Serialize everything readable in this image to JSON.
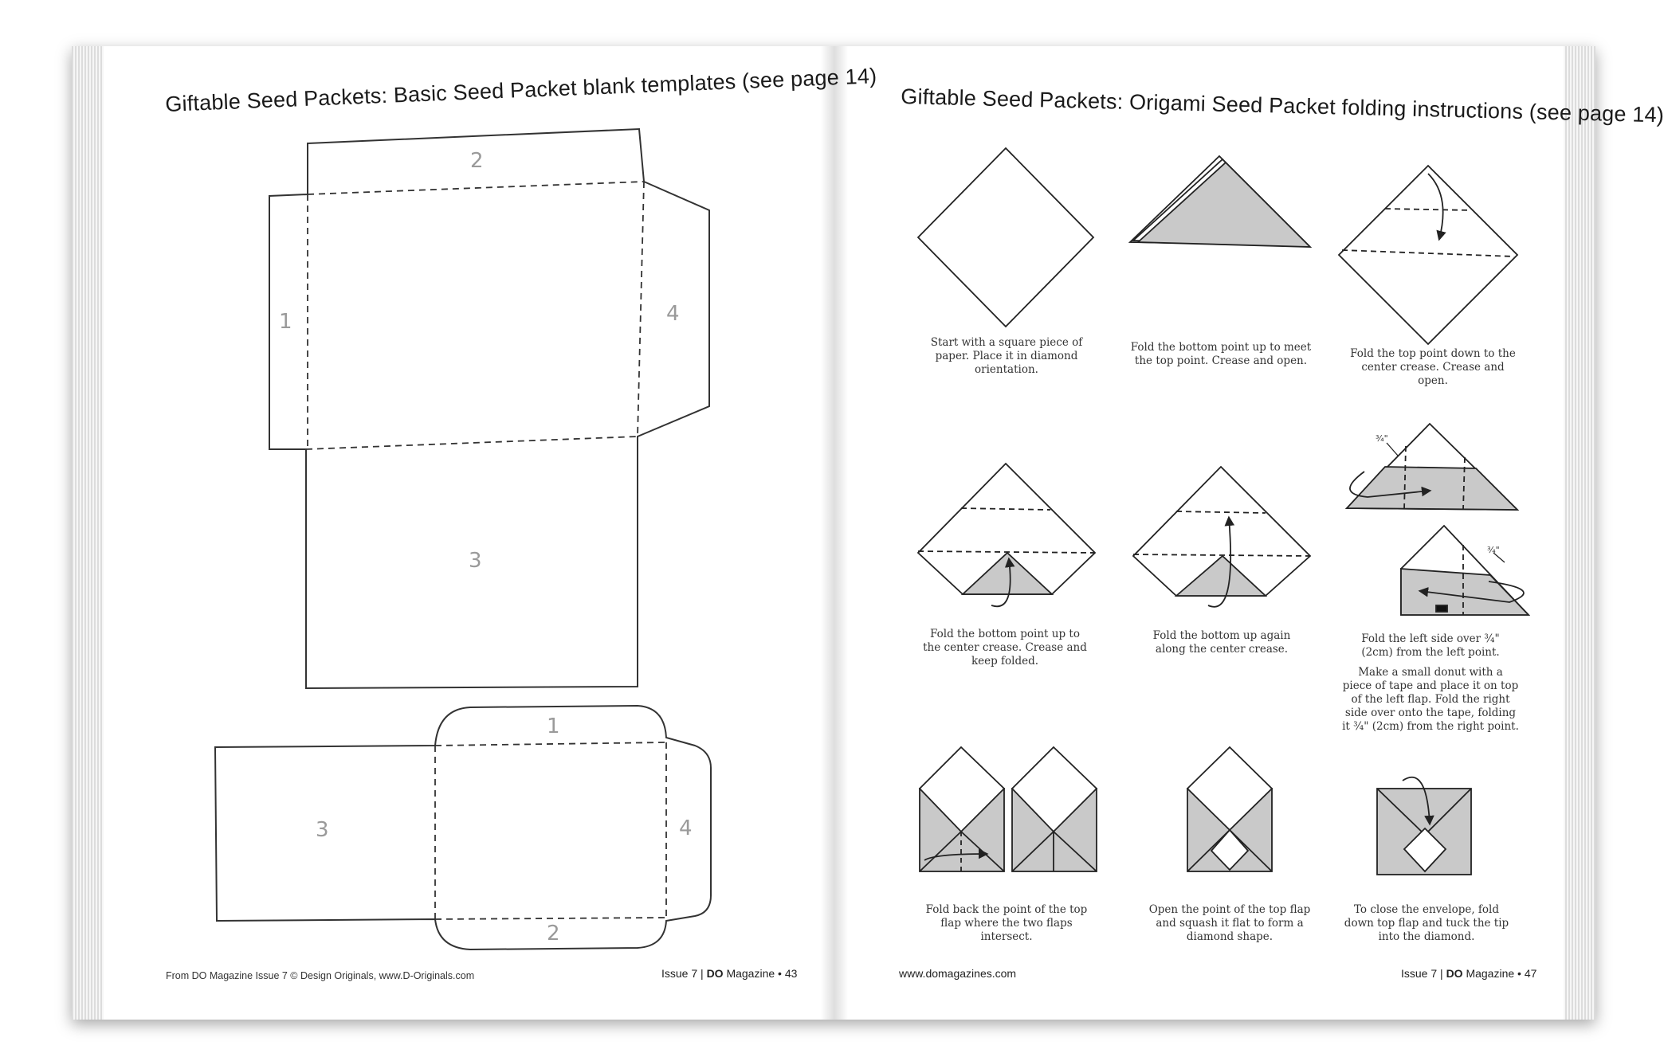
{
  "left_page": {
    "title": "Giftable Seed Packets: Basic Seed Packet blank templates (see page 14)",
    "template_top_labels": [
      "2",
      "1",
      "4",
      "3"
    ],
    "template_bottom_labels": [
      "1",
      "3",
      "4",
      "2"
    ],
    "footer_left": "From DO Magazine Issue 7 © Design Originals, www.D-Originals.com",
    "footer_issue": "Issue 7 | ",
    "footer_brand": "DO",
    "footer_mag": " Magazine • 43"
  },
  "right_page": {
    "title": "Giftable Seed Packets: Origami Seed Packet folding instructions (see page 14)",
    "steps": [
      {
        "caption": "Start with a square piece of paper. Place it in diamond orientation."
      },
      {
        "caption": "Fold the bottom point up to meet the top point. Crease and open."
      },
      {
        "caption": "Fold the top point down to the center crease. Crease and open."
      },
      {
        "caption": "Fold the bottom point up to the center crease. Crease and keep folded."
      },
      {
        "caption": "Fold the bottom up again along the center crease."
      },
      {
        "caption": "Fold the left side over ¾\" (2cm) from the left point."
      },
      {
        "caption": "Make a small donut with a piece of tape and place it on top of the left flap. Fold the right side over onto the tape, folding it ¾\" (2cm) from the right point."
      },
      {
        "caption": "Fold back the point of the top flap where the two flaps intersect."
      },
      {
        "caption": "Open the point of the top flap and squash it flat to form a diamond shape."
      },
      {
        "caption": "To close the envelope, fold down top flap and tuck the tip into the diamond."
      }
    ],
    "measure_label": "¾\"",
    "footer_url": "www.domagazines.com",
    "footer_issue": "Issue 7 | ",
    "footer_brand": "DO",
    "footer_mag": " Magazine • 47"
  },
  "colors": {
    "fill_gray": "#c9c9c9",
    "line": "#222222"
  }
}
